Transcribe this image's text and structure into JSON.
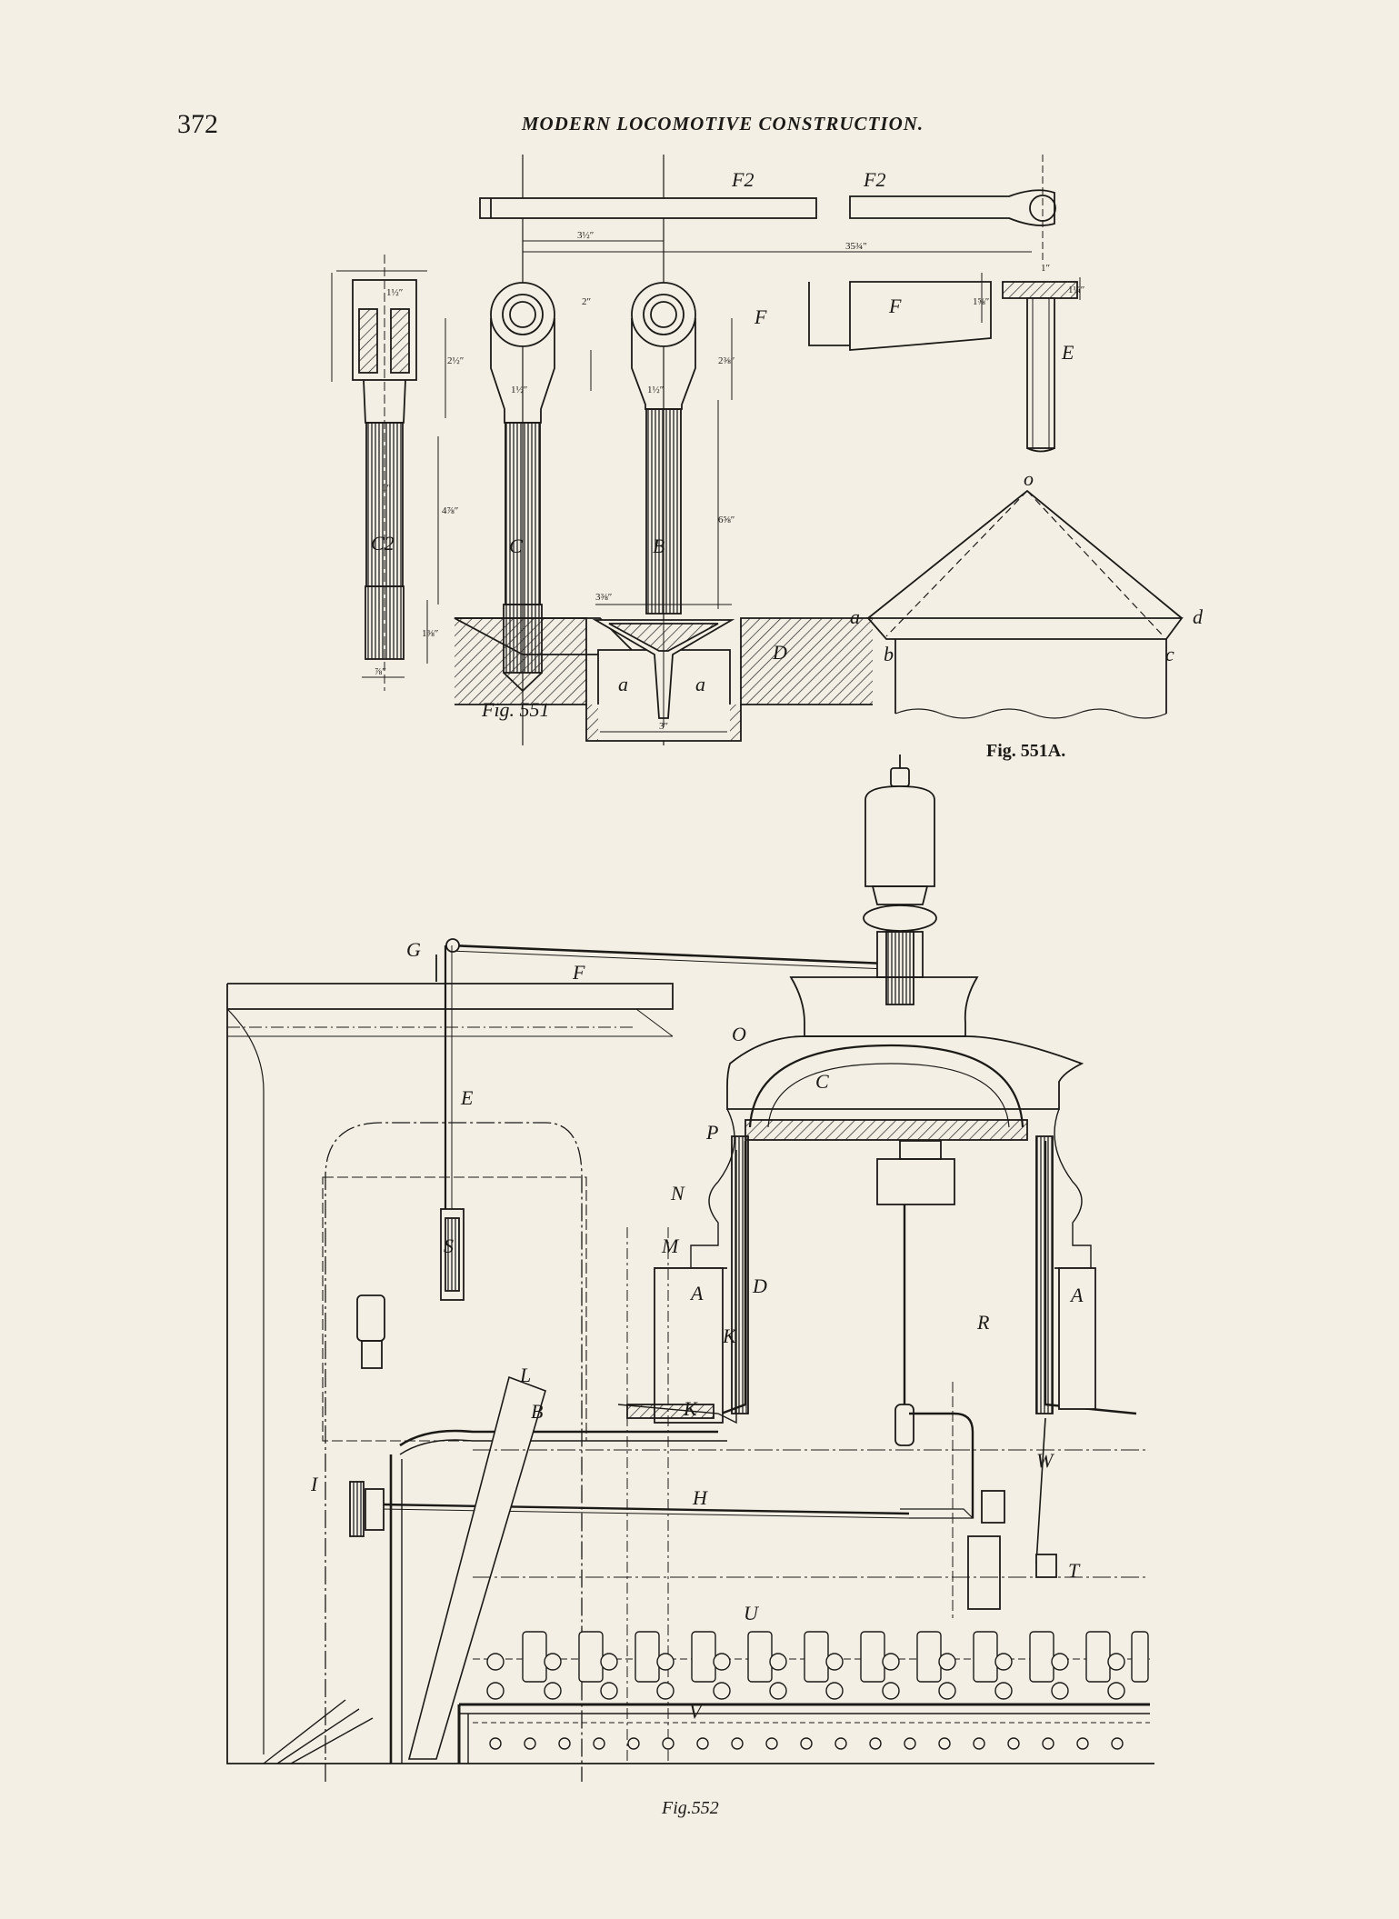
{
  "header": {
    "page_number": "372",
    "running_title": "MODERN LOCOMOTIVE CONSTRUCTION."
  },
  "fig551": {
    "caption": "Fig. 551",
    "letters": {
      "F2a": "F2",
      "F2b": "F2",
      "F": "F",
      "E": "E",
      "C2": "C2",
      "C": "C",
      "B": "B",
      "D": "D",
      "a1": "a",
      "a2": "a"
    },
    "dims": {
      "d1": "3½″",
      "d2": "35¾″",
      "d3": "2″",
      "d4": "2½″",
      "d5": "1½″",
      "d6": "1½″",
      "d7": "1½″",
      "d8": "2⅜″",
      "d9": "4⅞″",
      "d10": "6⅝″",
      "d11": "1⅜″",
      "d12": "3⅜″",
      "d13": "3″",
      "d14": "⅞″",
      "d15": "1″",
      "d16": "1⅝″",
      "d17": "1¼″",
      "d18": "1″"
    }
  },
  "fig551a": {
    "caption": "Fig. 551A.",
    "letters": {
      "o": "o",
      "a": "a",
      "b": "b",
      "c": "c",
      "d": "d"
    }
  },
  "fig552": {
    "caption": "Fig.552",
    "letters": {
      "G": "G",
      "F": "F",
      "E": "E",
      "O": "O",
      "C": "C",
      "P": "P",
      "N": "N",
      "M": "M",
      "A1": "A",
      "A2": "A",
      "D": "D",
      "S": "S",
      "K1": "K",
      "K2": "K",
      "R": "R",
      "L": "L",
      "B": "B",
      "W": "W",
      "I": "I",
      "H": "H",
      "T": "T",
      "U": "U",
      "V": "V"
    }
  }
}
